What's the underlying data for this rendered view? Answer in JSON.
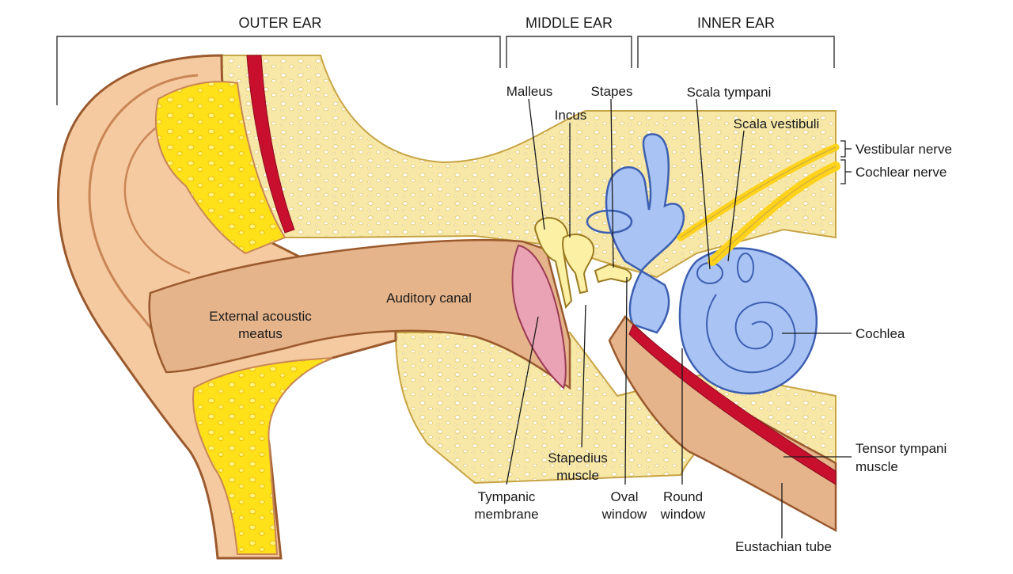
{
  "sections": {
    "outer": "OUTER EAR",
    "middle": "MIDDLE EAR",
    "inner": "INNER EAR"
  },
  "labels": {
    "malleus": "Malleus",
    "incus": "Incus",
    "stapes": "Stapes",
    "scala_tympani": "Scala tympani",
    "scala_vestibuli": "Scala vestibuli",
    "vestibular_nerve": "Vestibular nerve",
    "cochlear_nerve": "Cochlear nerve",
    "cochlea": "Cochlea",
    "auditory_canal": "Auditory canal",
    "external_meatus_1": "External acoustic",
    "external_meatus_2": "meatus",
    "stapedius_1": "Stapedius",
    "stapedius_2": "muscle",
    "tympanic_1": "Tympanic",
    "tympanic_2": "membrane",
    "oval_1": "Oval",
    "oval_2": "window",
    "round_1": "Round",
    "round_2": "window",
    "tensor_1": "Tensor tympani",
    "tensor_2": "muscle",
    "eustachian": "Eustachian tube"
  },
  "colors": {
    "skin": "#f5caa0",
    "skin_dark": "#e2a778",
    "outline": "#9a5a2e",
    "bone": "#f7e8a8",
    "bone_hole": "#ffffff",
    "marrow": "#ffe11a",
    "labyrinth": "#a9c3f5",
    "labyrinth_edge": "#3d5fb0",
    "tympanic": "#e9a3b4",
    "ossicle": "#fbf0a4",
    "nerve": "#ffd21c",
    "muscle_red": "#c8102e"
  }
}
